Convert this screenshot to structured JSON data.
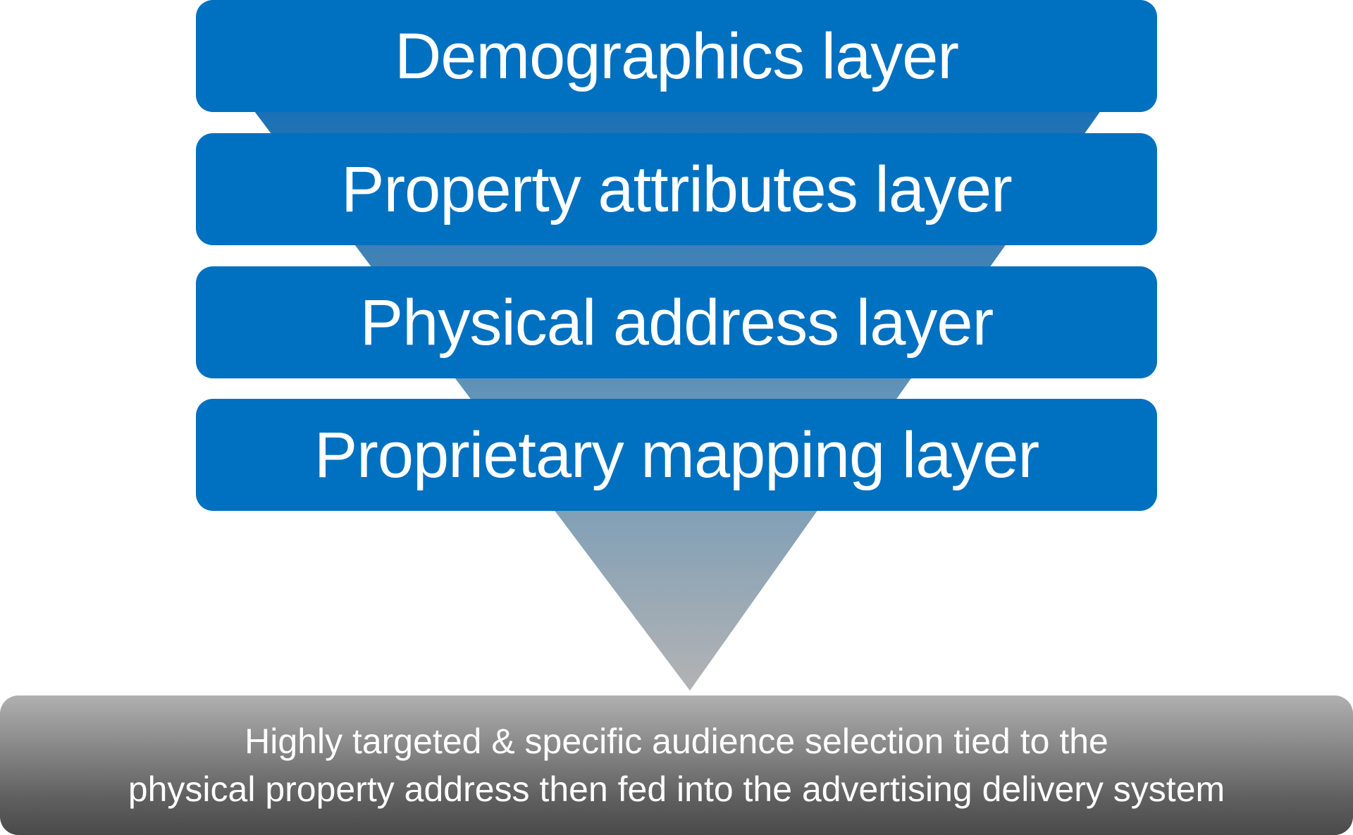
{
  "diagram": {
    "type": "funnel",
    "layers": [
      {
        "label": "Demographics layer"
      },
      {
        "label": "Property attributes layer"
      },
      {
        "label": "Physical address layer"
      },
      {
        "label": "Proprietary mapping layer"
      }
    ],
    "result": {
      "line1": "Highly targeted & specific audience selection tied to the",
      "line2": "physical property address then fed into the advertising delivery system"
    }
  },
  "colors": {
    "layer_fill": "#0070c0",
    "layer_text": "#ffffff",
    "funnel_top": "#1a6fb5",
    "funnel_bottom": "#b3b3b3",
    "result_top": "#b0b0b0",
    "result_bottom": "#4a4a4a",
    "result_text": "#ffffff"
  }
}
